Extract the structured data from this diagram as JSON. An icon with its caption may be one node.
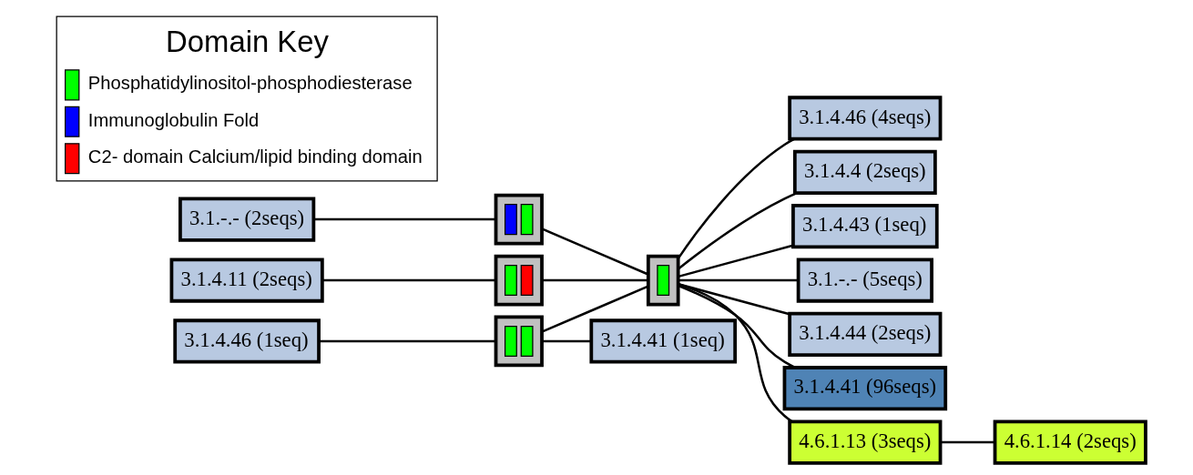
{
  "diagram": {
    "nodes": [
      {
        "text": [
          "3.1.4.11 (2seqs)"
        ]
      },
      {
        "text": [],
        "shape": "box"
      },
      {
        "text": [
          "3.1.4.46 (4seqs)"
        ]
      },
      {
        "text": [
          "3.1.4.4 (2seqs)"
        ]
      },
      {
        "text": [
          "3.1.4.43 (1seq)"
        ]
      },
      {
        "text": [
          "3.1.4.46 (1seq)"
        ]
      },
      {
        "text": [
          "3.1.-.- (5seqs)"
        ]
      },
      {
        "text": [],
        "shape": "box"
      },
      {
        "text": [],
        "shape": "box"
      },
      {
        "text": [
          "3.1.4.44 (2seqs)"
        ]
      },
      {
        "text": [
          "3.1.4.41 (1seq)"
        ]
      },
      {
        "text": [
          "3.1.4.41 (96seqs)"
        ]
      },
      {
        "text": [
          "4.6.1.13 (3seqs)"
        ]
      },
      {
        "text": [
          "3.1.-.- (2seqs)"
        ]
      },
      {
        "text": [],
        "shape": "box"
      },
      {
        "text": [
          "4.6.1.14 (2seqs)"
        ]
      }
    ],
    "edges": [
      {
        "from": 0,
        "to": 1,
        "arrow": "none"
      },
      {
        "from": 1,
        "to": 8,
        "arrow": "none"
      },
      {
        "from": 8,
        "to": 2,
        "arrow": "none"
      },
      {
        "from": 8,
        "to": 3,
        "arrow": "none"
      },
      {
        "from": 8,
        "to": 4,
        "arrow": "none"
      },
      {
        "from": 8,
        "to": 6,
        "arrow": "none"
      },
      {
        "from": 8,
        "to": 9,
        "arrow": "none"
      },
      {
        "from": 8,
        "to": 11,
        "arrow": "none"
      },
      {
        "from": 8,
        "to": 12,
        "arrow": "none"
      },
      {
        "from": 12,
        "to": 15,
        "arrow": "none"
      },
      {
        "from": 5,
        "to": 7,
        "arrow": "none"
      },
      {
        "from": 7,
        "to": 10,
        "arrow": "none"
      },
      {
        "from": 7,
        "to": 8,
        "arrow": "none"
      },
      {
        "from": 13,
        "to": 14,
        "arrow": "none"
      },
      {
        "from": 14,
        "to": 8,
        "arrow": "none"
      }
    ],
    "labels": [
      "Domain Key"
    ],
    "legend": [
      {
        "text": "Phosphatidylinositol-phosphodiesterase",
        "color": "#00ff00"
      },
      {
        "text": "Immunoglobulin Fold",
        "color": "#0000ff"
      },
      {
        "text": "C2- domain Calcium/lipid binding domain",
        "color": "#ff0000"
      }
    ]
  }
}
